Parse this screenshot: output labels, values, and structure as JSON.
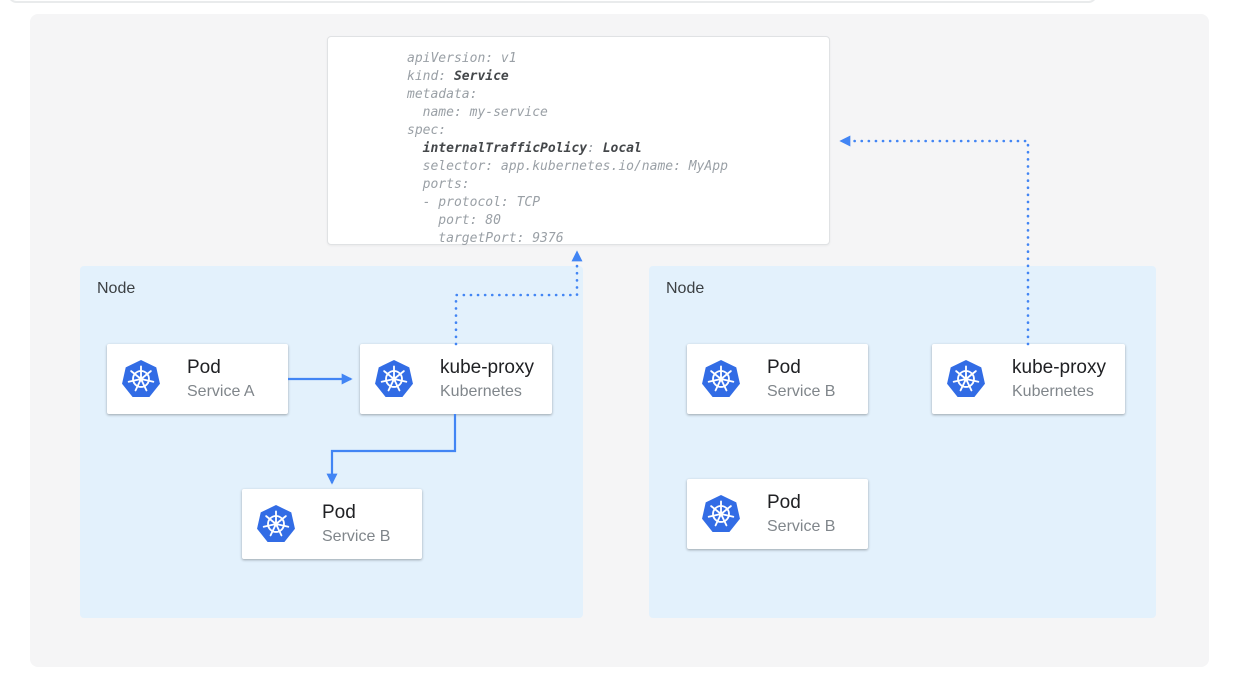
{
  "yaml_card": {
    "l1": "apiVersion: v1",
    "l2a": "kind: ",
    "l2b": "Service",
    "l3": "metadata:",
    "l4": "  name: my-service",
    "l5": "spec:",
    "l6a": "  ",
    "l6b": "internalTrafficPolicy",
    "l6c": ": ",
    "l6d": "Local",
    "l7": "  selector: app.kubernetes.io/name: MyApp",
    "l8": "  ports:",
    "l9": "  - protocol: TCP",
    "l10": "    port: 80",
    "l11": "    targetPort: 9376"
  },
  "nodes": {
    "left": {
      "label": "Node"
    },
    "right": {
      "label": "Node"
    }
  },
  "cards": {
    "pod_a": {
      "title": "Pod",
      "subtitle": "Service A"
    },
    "kube_proxy_left": {
      "title": "kube-proxy",
      "subtitle": "Kubernetes"
    },
    "pod_b_left": {
      "title": "Pod",
      "subtitle": "Service B"
    },
    "pod_b_right_top": {
      "title": "Pod",
      "subtitle": "Service B"
    },
    "kube_proxy_right": {
      "title": "kube-proxy",
      "subtitle": "Kubernetes"
    },
    "pod_b_right_bottom": {
      "title": "Pod",
      "subtitle": "Service B"
    }
  },
  "colors": {
    "arrow_blue": "#4285f4",
    "kubernetes_blue": "#326ce5",
    "node_fill": "#e3f1fc",
    "panel_fill": "#f5f5f6",
    "yaml_text": "#9aa0a6",
    "yaml_bold": "#44474a",
    "title_text": "#202124",
    "subtitle_text": "#80868b"
  }
}
